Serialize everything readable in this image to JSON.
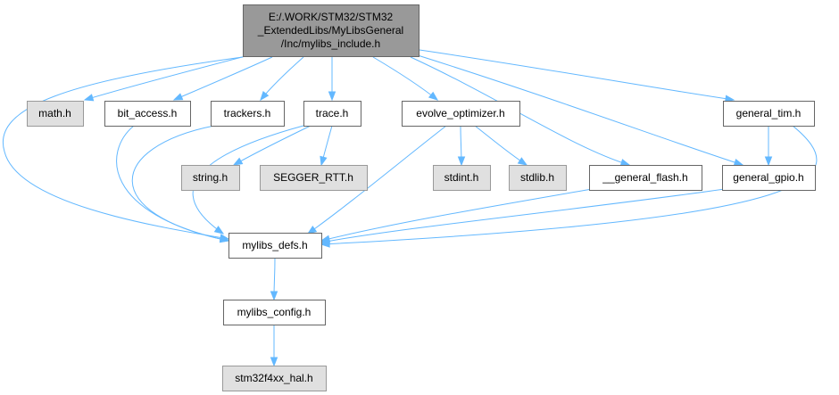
{
  "diagram": {
    "nodes": [
      {
        "id": "root",
        "kind": "root",
        "lines": [
          "E:/.WORK/STM32/STM32",
          "_ExtendedLibs/MyLibsGeneral",
          "/Inc/mylibs_include.h"
        ]
      },
      {
        "id": "math",
        "kind": "system",
        "lines": [
          "math.h"
        ]
      },
      {
        "id": "bit_access",
        "kind": "local",
        "lines": [
          "bit_access.h"
        ]
      },
      {
        "id": "trackers",
        "kind": "local",
        "lines": [
          "trackers.h"
        ]
      },
      {
        "id": "trace",
        "kind": "local",
        "lines": [
          "trace.h"
        ]
      },
      {
        "id": "evolve",
        "kind": "local",
        "lines": [
          "evolve_optimizer.h"
        ]
      },
      {
        "id": "general_tim",
        "kind": "local",
        "lines": [
          "general_tim.h"
        ]
      },
      {
        "id": "string",
        "kind": "system",
        "lines": [
          "string.h"
        ]
      },
      {
        "id": "segger",
        "kind": "system",
        "lines": [
          "SEGGER_RTT.h"
        ]
      },
      {
        "id": "stdint",
        "kind": "system",
        "lines": [
          "stdint.h"
        ]
      },
      {
        "id": "stdlib",
        "kind": "system",
        "lines": [
          "stdlib.h"
        ]
      },
      {
        "id": "general_flash",
        "kind": "local",
        "lines": [
          "__general_flash.h"
        ]
      },
      {
        "id": "general_gpio",
        "kind": "local",
        "lines": [
          "general_gpio.h"
        ]
      },
      {
        "id": "mylibs_defs",
        "kind": "local",
        "lines": [
          "mylibs_defs.h"
        ]
      },
      {
        "id": "mylibs_config",
        "kind": "local",
        "lines": [
          "mylibs_config.h"
        ]
      },
      {
        "id": "stm32",
        "kind": "system",
        "lines": [
          "stm32f4xx_hal.h"
        ]
      }
    ],
    "edges": [
      {
        "from": "root",
        "to": "mylibs_defs"
      },
      {
        "from": "root",
        "to": "math"
      },
      {
        "from": "root",
        "to": "bit_access"
      },
      {
        "from": "root",
        "to": "trackers"
      },
      {
        "from": "root",
        "to": "trace"
      },
      {
        "from": "root",
        "to": "evolve"
      },
      {
        "from": "root",
        "to": "general_flash"
      },
      {
        "from": "root",
        "to": "general_gpio"
      },
      {
        "from": "root",
        "to": "general_tim"
      },
      {
        "from": "bit_access",
        "to": "mylibs_defs"
      },
      {
        "from": "trackers",
        "to": "mylibs_defs"
      },
      {
        "from": "trace",
        "to": "string"
      },
      {
        "from": "trace",
        "to": "segger"
      },
      {
        "from": "trace",
        "to": "mylibs_defs"
      },
      {
        "from": "evolve",
        "to": "mylibs_defs"
      },
      {
        "from": "evolve",
        "to": "stdint"
      },
      {
        "from": "evolve",
        "to": "stdlib"
      },
      {
        "from": "general_flash",
        "to": "mylibs_defs"
      },
      {
        "from": "general_gpio",
        "to": "mylibs_defs"
      },
      {
        "from": "general_tim",
        "to": "general_gpio"
      },
      {
        "from": "general_tim",
        "to": "mylibs_defs"
      },
      {
        "from": "mylibs_defs",
        "to": "mylibs_config"
      },
      {
        "from": "mylibs_config",
        "to": "stm32"
      }
    ]
  }
}
